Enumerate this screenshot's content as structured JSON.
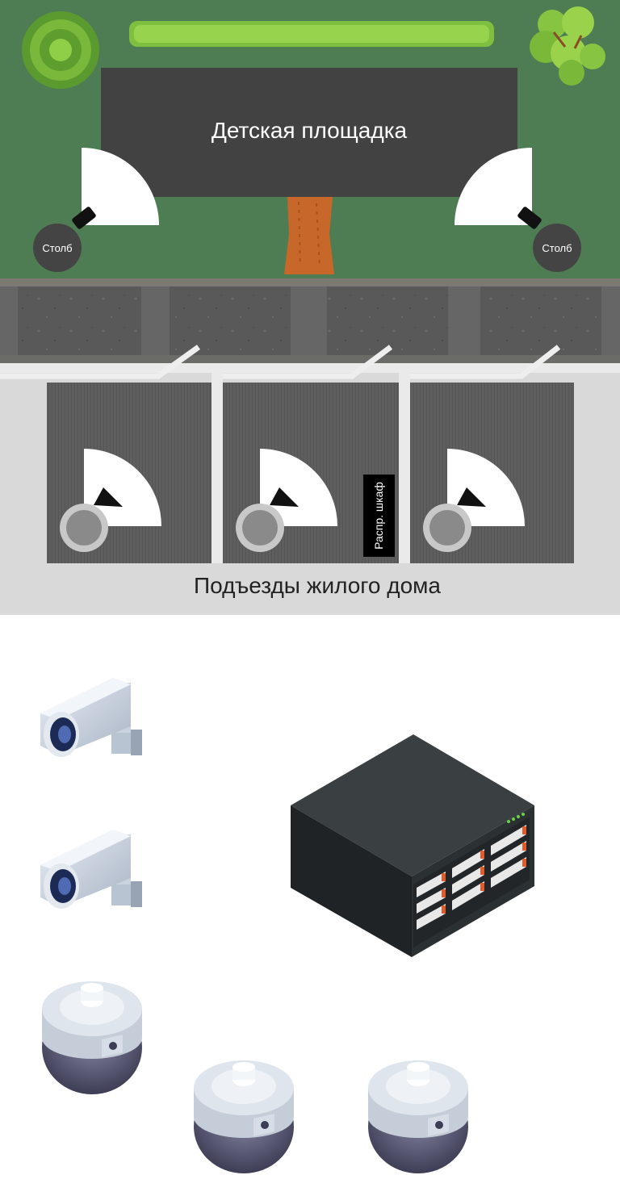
{
  "playground": {
    "title": "Детская площадка"
  },
  "poles": [
    {
      "label": "Столб"
    },
    {
      "label": "Столб"
    }
  ],
  "entrances": {
    "caption": "Подъезды жилого дома",
    "cabinet_label": "Распр. шкаф"
  },
  "equipment": {
    "bullet_cameras": 2,
    "dome_cameras": 3,
    "server_rack": 1
  },
  "colors": {
    "grass": "#4e7d53",
    "playground": "#424242",
    "path": "#c8672a",
    "sidewalk": "#5a5a5a",
    "yard": "#d9d9d9",
    "entrance_floor": "#5c5c5c",
    "camera_view": "#ffffff",
    "server": "#2a2e2f"
  }
}
